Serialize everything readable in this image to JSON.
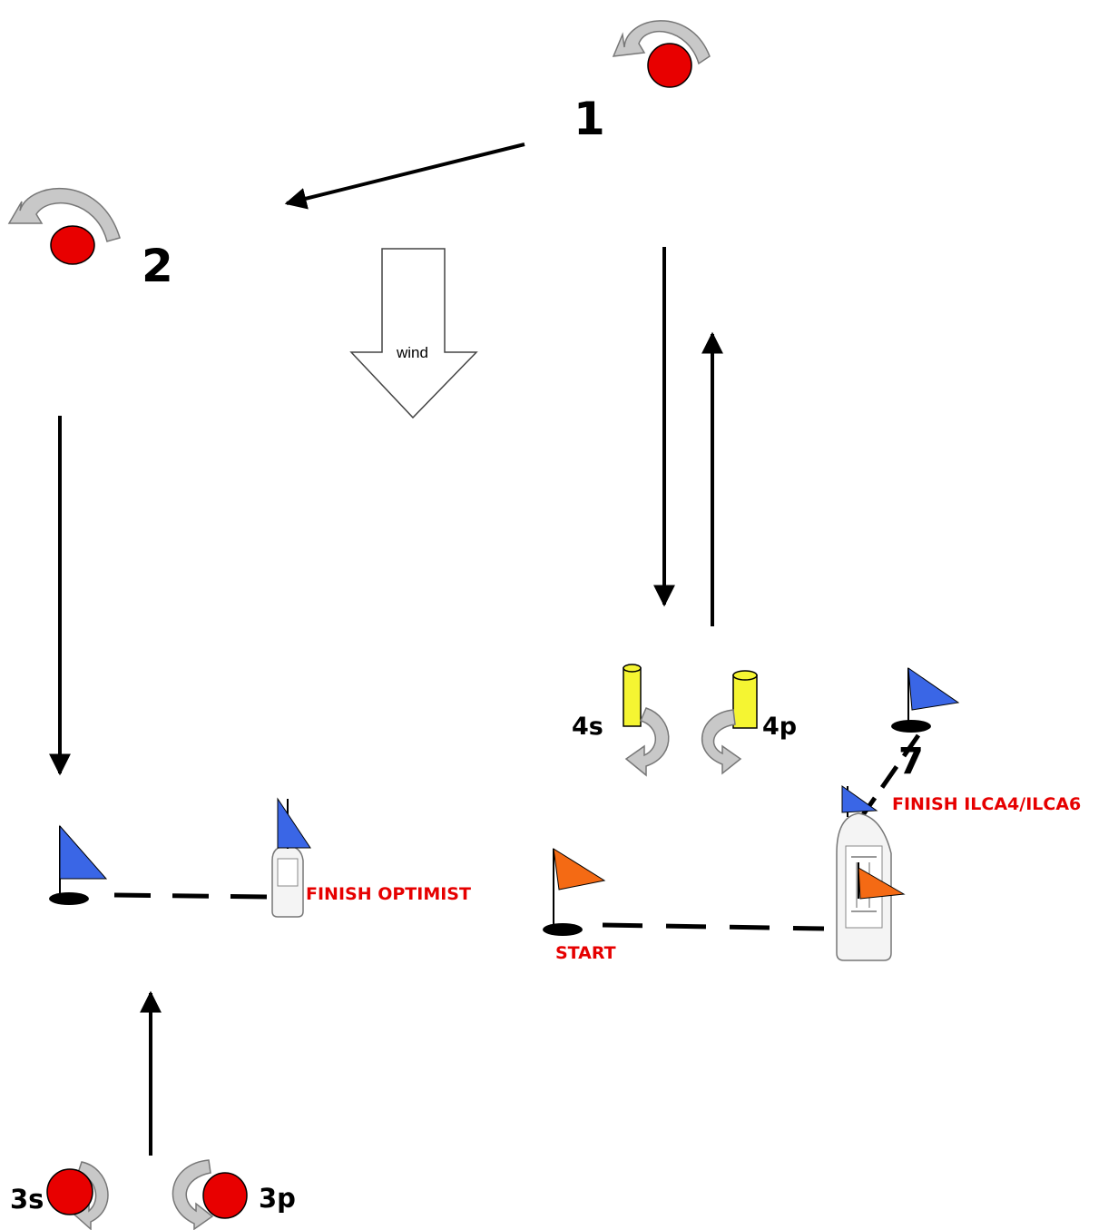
{
  "marks": {
    "mark1": "1",
    "mark2": "2",
    "mark3s": "3s",
    "mark3p": "3p",
    "mark4s": "4s",
    "mark4p": "4p",
    "mark7": "7"
  },
  "wind": {
    "label": "wind"
  },
  "lines": {
    "finish_optimist": "FINISH OPTIMIST",
    "finish_ilca": "FINISH ILCA4/ILCA6",
    "start": "START"
  },
  "colors": {
    "buoy_red": "#e80000",
    "buoy_yellow": "#f5f532",
    "flag_blue": "#3a66e6",
    "flag_orange": "#f46a14",
    "label_red": "#e60000",
    "rotation_arrow_fill": "#c8c8c8"
  },
  "icons": {
    "round_buoy": "red-buoy-icon",
    "cylinder_buoy": "yellow-cylinder-buoy-icon",
    "flag": "flag-icon",
    "committee_boat": "committee-boat-icon",
    "rotation": "rotation-arrow-icon"
  }
}
